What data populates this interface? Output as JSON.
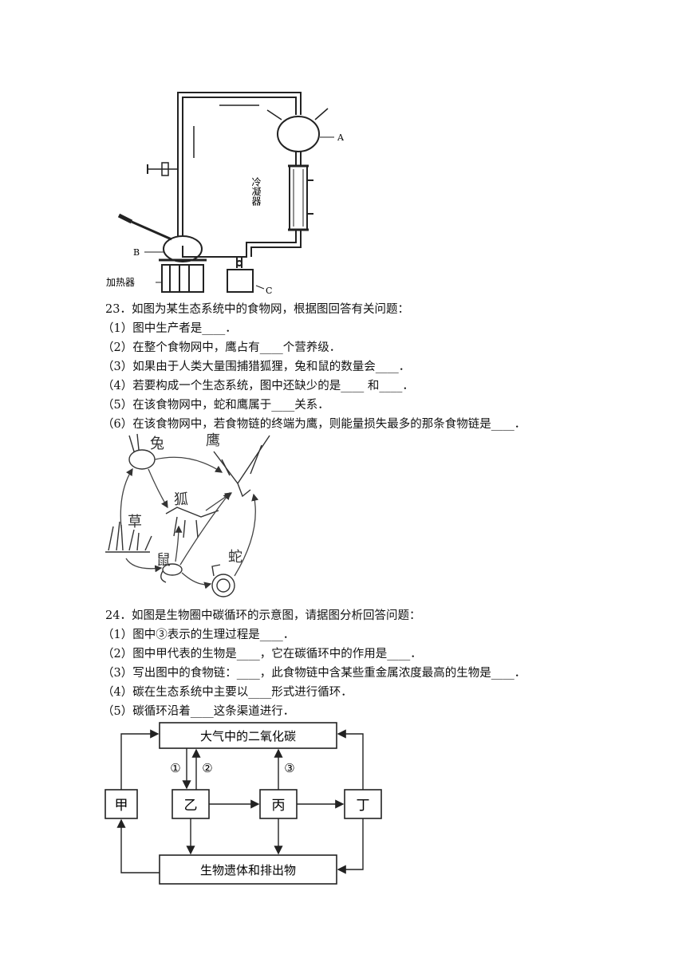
{
  "apparatus": {
    "label_A": "A",
    "label_B": "B",
    "label_C": "C",
    "label_condenser": "冷凝器",
    "label_heater": "加热器"
  },
  "q23": {
    "title": "23．如图为某生态系统中的食物网，根据图回答有关问题：",
    "items": [
      "（1）图中生产者是____．",
      "（2）在整个食物网中，鹰占有____个营养级．",
      "（3）如果由于人类大量围捕猎狐狸，兔和鼠的数量会____．",
      "（4）若要构成一个生态系统，图中还缺少的是____ 和____．",
      "（5）在该食物网中，蛇和鹰属于____关系．",
      "（6）在该食物网中，若食物链的终端为鹰，则能量损失最多的那条食物链是____．"
    ],
    "web": {
      "rabbit": "兔",
      "eagle": "鹰",
      "fox": "狐",
      "grass": "草",
      "mouse": "鼠",
      "snake": "蛇"
    }
  },
  "q24": {
    "title": "24．如图是生物圈中碳循环的示意图，请据图分析回答问题：",
    "items": [
      "（1）图中③表示的生理过程是____．",
      "（2）图中甲代表的生物是____，它在碳循环中的作用是____．",
      "（3）写出图中的食物链：____，此食物链中含某些重金属浓度最高的生物是____．",
      "（4）碳在生态系统中主要以____形式进行循环．",
      "（5）碳循环沿着____这条渠道进行．"
    ],
    "diagram": {
      "top_box": "大气中的二氧化碳",
      "bottom_box": "生物遗体和排出物",
      "jia": "甲",
      "yi": "乙",
      "bing": "丙",
      "ding": "丁",
      "arrow1": "①",
      "arrow2": "②",
      "arrow3": "③"
    }
  }
}
